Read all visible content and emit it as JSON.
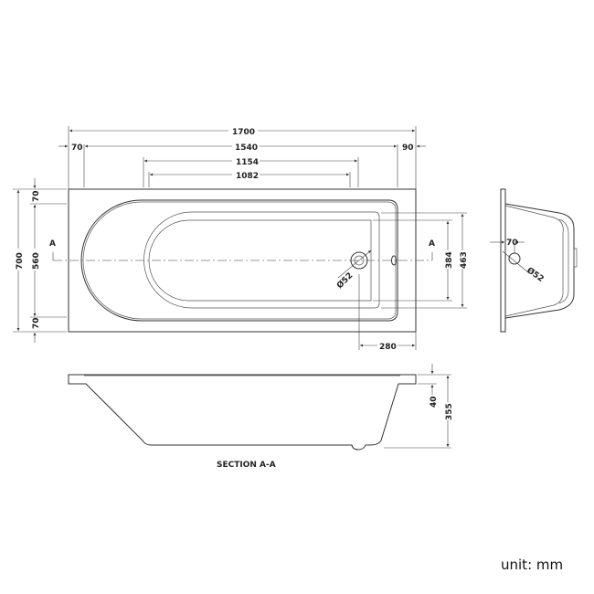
{
  "drawing": {
    "top_view": {
      "dims_horizontal": {
        "overall": "1700",
        "left_rim": "70",
        "inner_length": "1540",
        "right_rim": "90",
        "bowl_length": "1154",
        "base_length": "1082",
        "waste_offset": "280"
      },
      "dims_vertical": {
        "overall": "700",
        "top_rim": "70",
        "inner_width": "560",
        "bottom_rim": "70",
        "base_width": "384",
        "bowl_width": "463"
      },
      "section_marker": "A",
      "waste_diameter": "Ø52"
    },
    "section": {
      "title": "SECTION A-A",
      "rim_height": "40",
      "depth": "355"
    },
    "end_view": {
      "overflow_offset": "70",
      "overflow_diameter": "Ø52"
    },
    "unit_label": "unit: mm"
  }
}
